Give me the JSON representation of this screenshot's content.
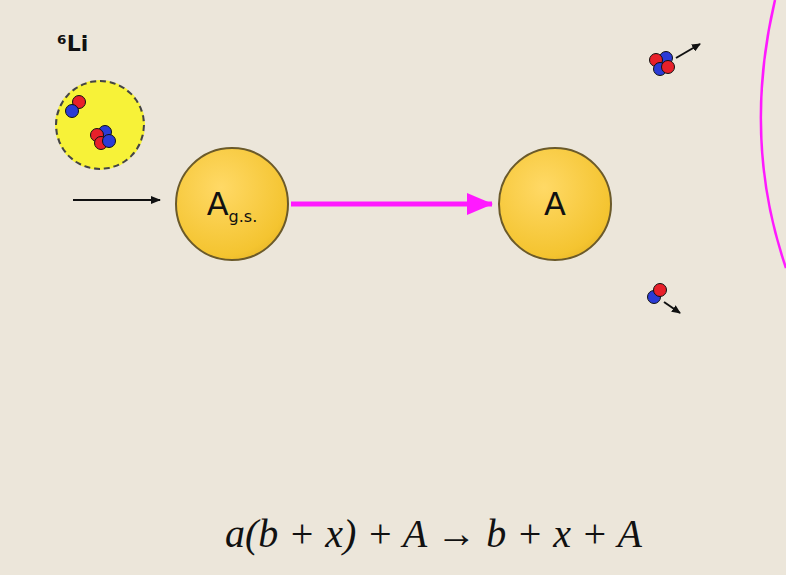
{
  "diagram": {
    "nodes": [
      {
        "text": [
          "⁶Li"
        ]
      },
      {
        "text": [
          "A",
          "g.s."
        ]
      },
      {
        "text": [
          "A"
        ]
      }
    ],
    "edges": [
      {
        "from": 1,
        "to": 2,
        "arrow": "to"
      }
    ],
    "labels": [
      "a(b + x) + A → b + x + A"
    ]
  }
}
